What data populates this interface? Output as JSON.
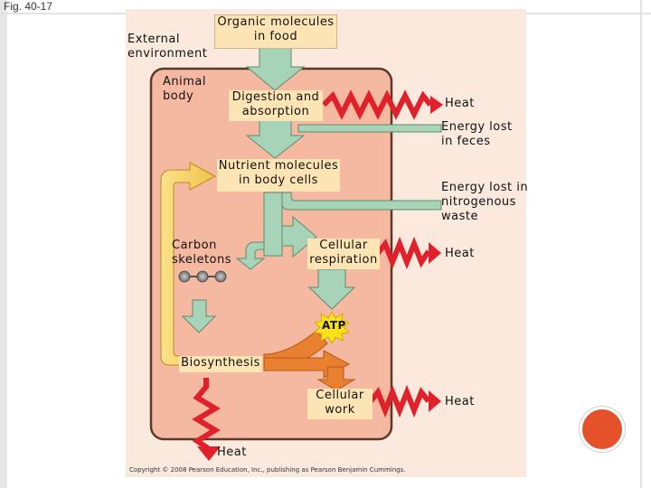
{
  "figure_caption": "Fig. 40-17",
  "labels": {
    "external_environment": "External\nenvironment",
    "animal_body": "Animal\nbody",
    "organic_molecules": "Organic molecules\nin food",
    "digestion": "Digestion and\nabsorption",
    "nutrient_molecules": "Nutrient molecules\nin body cells",
    "carbon_skeletons": "Carbon\nskeletons",
    "cellular_respiration": "Cellular\nrespiration",
    "atp": "ATP",
    "biosynthesis": "Biosynthesis",
    "cellular_work": "Cellular\nwork",
    "heat_bottom": "Heat",
    "heat_1": "Heat",
    "energy_feces": "Energy lost\nin feces",
    "energy_nitrogenous": "Energy lost in\nnitrogenous\nwaste",
    "heat_2": "Heat",
    "heat_3": "Heat"
  },
  "copyright": "Copyright © 2008 Pearson Education, Inc., publishing as Pearson Benjamin Cummings.",
  "colors": {
    "panel_bg": "#fbe9de",
    "body_fill": "#f5b8a0",
    "body_border": "#5a3a2a",
    "green_arrow": "#a7d4b8",
    "green_stroke": "#5f8c6e",
    "yellow_arrow": "#f7cf5f",
    "orange_arrow": "#e9802f",
    "heat_red": "#e0202a",
    "label_box": "#fde4b4",
    "atp_star": "#f8e21a",
    "accent_circle": "#e5512a"
  }
}
